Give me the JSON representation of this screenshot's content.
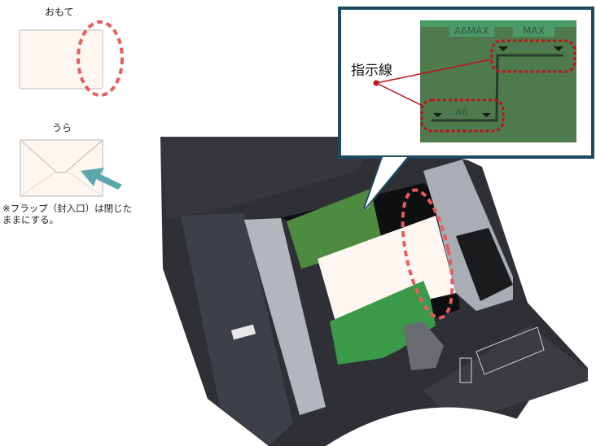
{
  "envelope_front": {
    "label": "おもて"
  },
  "envelope_back": {
    "label": "うら"
  },
  "note": "※フラップ（封入口）は閉じたままにする。",
  "callout": {
    "indicator_label": "指示線",
    "tab_a6max": "A6MAX",
    "tab_max": "MAX",
    "mark_a6": "A6"
  },
  "colors": {
    "highlight_red": "#e85b5f",
    "indicator_red": "#c0111b",
    "callout_border": "#1d4a5e",
    "guide_green": "#4e7a4e",
    "arrow_teal": "#5aa8ac"
  }
}
